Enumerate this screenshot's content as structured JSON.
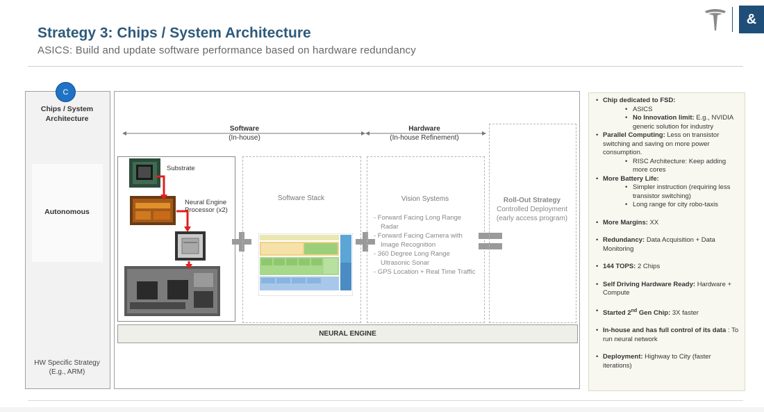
{
  "header": {
    "title": "Strategy 3: Chips / System Architecture",
    "subtitle": "ASICS: Build and update software performance based on hardware redundancy"
  },
  "logos": {
    "second_logo_glyph": "&"
  },
  "left_panel": {
    "badge": "C",
    "title": "Chips / System Architecture",
    "autonomous": "Autonomous",
    "hw_specific": "HW Specific Strategy (E.g., ARM)"
  },
  "arrows": {
    "software": {
      "title": "Software",
      "sub": "(In-house)"
    },
    "hardware": {
      "title": "Hardware",
      "sub": "(In-house Refinement)"
    }
  },
  "hardware_column": {
    "substrate": "Substrate",
    "neural_engine": "Neural Engine Processor (x2)"
  },
  "software_stack": {
    "title": "Software Stack"
  },
  "vision": {
    "title": "Vision Systems",
    "items": [
      "- Forward Facing Long Range Radar",
      "- Forward Facing Camera with Image Recognition",
      "- 360 Degree Long Range Ultrasonic Sonar",
      "- GPS Location + Real Time Traffic"
    ]
  },
  "rollout": {
    "title": "Roll-Out Strategy",
    "lines": "Controlled Deployment (early access program)"
  },
  "neural_bar": "NEURAL ENGINE",
  "right_panel": {
    "chip_dedicated": "Chip dedicated to FSD:",
    "asics": "ASICS",
    "no_innovation_bold": "No Innovation limit:",
    "no_innovation_text": " E.g., NVIDIA generic solution for industry",
    "parallel_bold": "Parallel Computing:",
    "parallel_text": " Less on transistor switching and saving on more power consumption.",
    "risc": "RISC Architecture: Keep adding more cores",
    "battery_bold": "More Battery Life:",
    "simpler": "Simpler instruction (requiring less transistor switching)",
    "long_range": "Long range for city robo-taxis",
    "margins_bold": "More Margins:",
    "margins_text": " XX",
    "redundancy_bold": "Redundancy:",
    "redundancy_text": " Data Acquisition + Data Monitoring",
    "tops_bold": "144 TOPS:",
    "tops_text": " 2 Chips",
    "selfdriving_bold": "Self Driving Hardware Ready:",
    "selfdriving_text": "Hardware + Compute",
    "started_bold": "Started 2",
    "started_sup": "nd",
    "started_bold2": " Gen Chip:",
    "started_text": " 3X faster",
    "inhouse_bold": "In-house and has full control of its data",
    "inhouse_text": " : To run neural network",
    "deployment_bold": "Deployment:",
    "deployment_text": " Highway to City (faster iterations)"
  },
  "colors": {
    "title": "#2e5a7a",
    "badge": "#1f73c6",
    "arrow_red": "#e02020",
    "logo_blue": "#1f4e79"
  }
}
